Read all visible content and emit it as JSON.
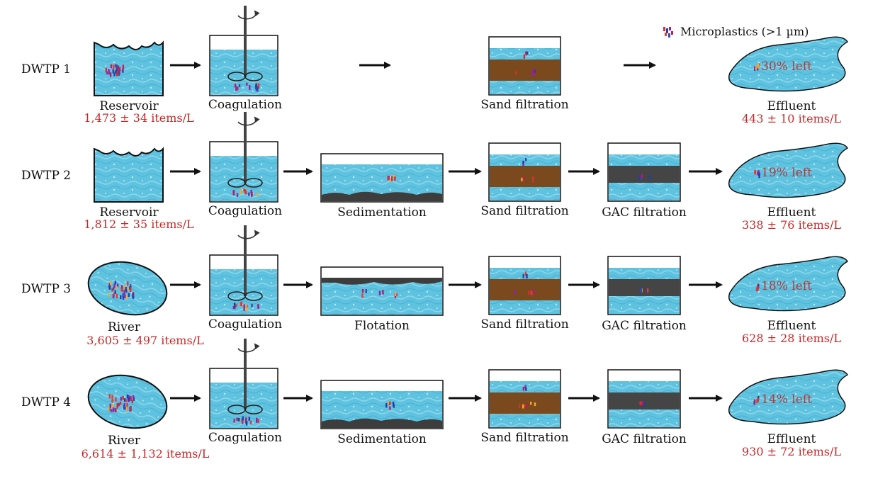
{
  "legend": {
    "label": "Microplastics (>1 µm)",
    "icon": "microplastic-particle-icon"
  },
  "colors": {
    "water": "#5fc3e0",
    "water_dark": "#3aa9cf",
    "sand": "#7a4a1e",
    "gac": "#454545",
    "sludge": "#3d3d3d",
    "value_text": "#c62828",
    "percent_text": "#b23a3a"
  },
  "rows": [
    {
      "id": "DWTP 1",
      "source": {
        "label": "Reservoir",
        "value": "1,473 ± 34 items/L",
        "shape": "reservoir"
      },
      "coagulation": {
        "label": "Coagulation"
      },
      "settling": null,
      "sand": {
        "label": "Sand filtration"
      },
      "gac": null,
      "effluent": {
        "label": "Effluent",
        "value": "443 ± 10 items/L",
        "percent": "30% left"
      }
    },
    {
      "id": "DWTP 2",
      "source": {
        "label": "Reservoir",
        "value": "1,812 ± 35 items/L",
        "shape": "reservoir"
      },
      "coagulation": {
        "label": "Coagulation"
      },
      "settling": {
        "label": "Sedimentation",
        "type": "sedimentation"
      },
      "sand": {
        "label": "Sand filtration"
      },
      "gac": {
        "label": "GAC filtration"
      },
      "effluent": {
        "label": "Effluent",
        "value": "338 ± 76 items/L",
        "percent": "19% left"
      }
    },
    {
      "id": "DWTP 3",
      "source": {
        "label": "River",
        "value": "3,605 ± 497 items/L",
        "shape": "river"
      },
      "coagulation": {
        "label": "Coagulation"
      },
      "settling": {
        "label": "Flotation",
        "type": "flotation"
      },
      "sand": {
        "label": "Sand filtration"
      },
      "gac": {
        "label": "GAC filtration"
      },
      "effluent": {
        "label": "Effluent",
        "value": "628 ± 28 items/L",
        "percent": "18% left"
      }
    },
    {
      "id": "DWTP 4",
      "source": {
        "label": "River",
        "value": "6,614 ± 1,132 items/L",
        "shape": "river"
      },
      "coagulation": {
        "label": "Coagulation"
      },
      "settling": {
        "label": "Sedimentation",
        "type": "sedimentation"
      },
      "sand": {
        "label": "Sand filtration"
      },
      "gac": {
        "label": "GAC filtration"
      },
      "effluent": {
        "label": "Effluent",
        "value": "930 ± 72 items/L",
        "percent": "14% left"
      }
    }
  ]
}
